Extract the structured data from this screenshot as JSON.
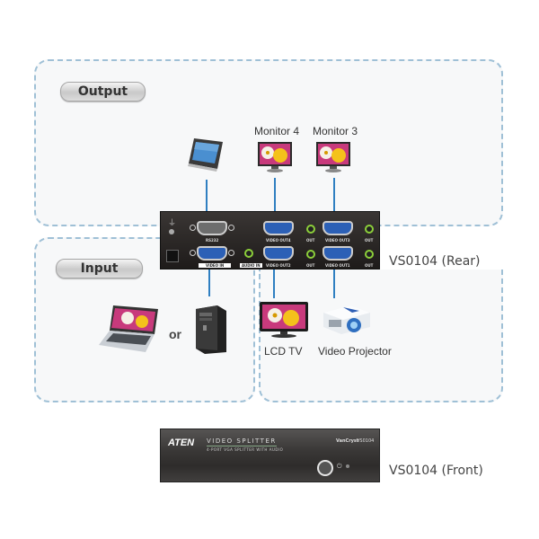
{
  "sections": {
    "output_label": "Output",
    "input_label": "Input"
  },
  "devices": {
    "monitor4": "Monitor 4",
    "monitor3": "Monitor 3",
    "lcd_tv": "LCD TV",
    "projector": "Video Projector",
    "or": "or"
  },
  "rear_panel": {
    "model_label": "VS0104 (Rear)",
    "ports": {
      "rs232": "RS232",
      "video_in": "VIDEO IN",
      "audio_in": "AUDIO IN",
      "video_out4": "VIDEO OUT4",
      "video_out3": "VIDEO OUT3",
      "video_out2": "VIDEO OUT2",
      "video_out1": "VIDEO OUT1",
      "out": "OUT"
    }
  },
  "front_panel": {
    "model_label": "VS0104 (Front)",
    "brand": "ATEN",
    "product_title": "VIDEO SPLITTER",
    "product_subtitle": "4-PORT VGA SPLITTER WITH AUDIO",
    "series": "VanCryst",
    "model": "VS0104"
  },
  "colors": {
    "dash": "#9fc0d6",
    "wire": "#2f7fc1",
    "vga_port": "#2c60b6",
    "audio_jack": "#8ccf3a"
  }
}
